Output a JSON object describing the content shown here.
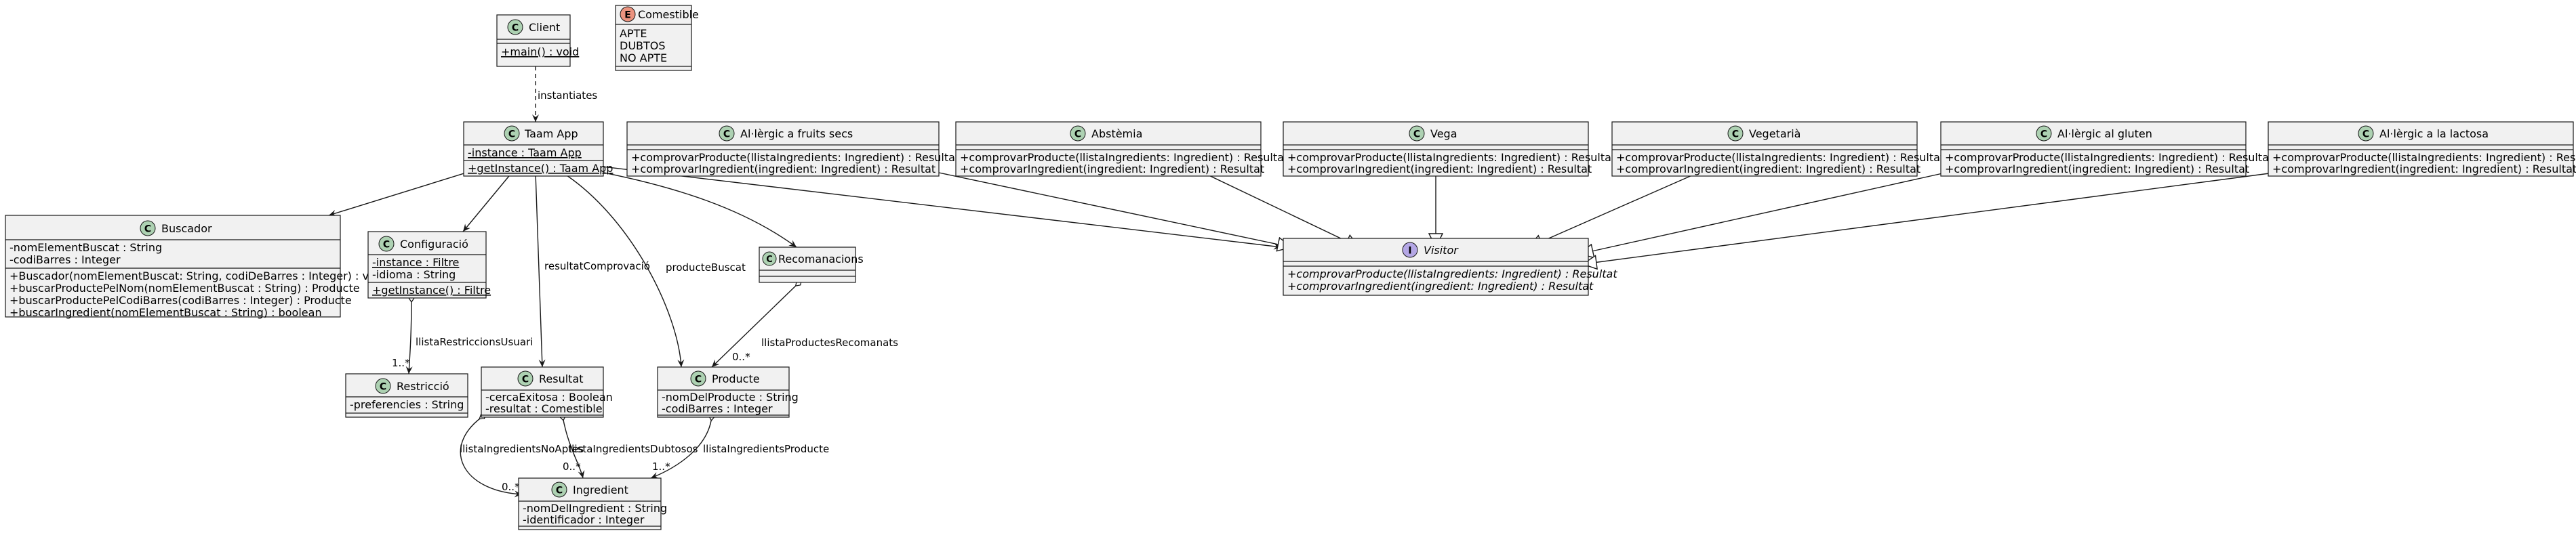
{
  "classes": {
    "client": {
      "name": "Client",
      "ops": [
        "+main() : void"
      ]
    },
    "comestible": {
      "name": "Comestible",
      "values": [
        "APTE",
        "DUBTOS",
        "NO APTE"
      ]
    },
    "taam": {
      "name": "Taam App",
      "attrs": [
        "-instance : Taam App"
      ],
      "ops": [
        "+getInstance() : Taam App"
      ]
    },
    "buscador": {
      "name": "Buscador",
      "attrs": [
        "-nomElementBuscat : String",
        "-codiBarres : Integer"
      ],
      "ops": [
        "+Buscador(nomElementBuscat: String, codiDeBarres : Integer) : void",
        "+buscarProductePelNom(nomElementBuscat : String) : Producte",
        "+buscarProductePelCodiBarres(codiBarres : Integer) : Producte",
        "+buscarIngredient(nomElementBuscat : String) : boolean"
      ]
    },
    "config": {
      "name": "Configuració",
      "attrs": [
        "-instance : Filtre",
        "-idioma : String"
      ],
      "ops": [
        "+getInstance() : Filtre"
      ]
    },
    "restriccio": {
      "name": "Restricció",
      "attrs": [
        "-preferencies : String"
      ]
    },
    "resultat": {
      "name": "Resultat",
      "attrs": [
        "-cercaExitosa : Boolean",
        "-resultat : Comestible"
      ]
    },
    "recomanacions": {
      "name": "Recomanacions"
    },
    "producte": {
      "name": "Producte",
      "attrs": [
        "-nomDelProducte : String",
        "-codiBarres : Integer"
      ]
    },
    "ingredient": {
      "name": "Ingredient",
      "attrs": [
        "-nomDelIngredient : String",
        "-identificador : Integer"
      ]
    },
    "fruits": {
      "name": "Al·lèrgic a fruits secs",
      "ops": [
        "+comprovarProducte(llistaIngredients: Ingredient) : Resultat",
        "+comprovarIngredient(ingredient: Ingredient) : Resultat"
      ]
    },
    "abstemia": {
      "name": "Abstèmia",
      "ops": [
        "+comprovarProducte(llistaIngredients: Ingredient) : Resultat",
        "+comprovarIngredient(ingredient: Ingredient) : Resultat"
      ]
    },
    "vega": {
      "name": "Vega",
      "ops": [
        "+comprovarProducte(llistaIngredients: Ingredient) : Resultat",
        "+comprovarIngredient(ingredient: Ingredient) : Resultat"
      ]
    },
    "vegetaria": {
      "name": "Vegetarià",
      "ops": [
        "+comprovarProducte(llistaIngredients: Ingredient) : Resultat",
        "+comprovarIngredient(ingredient: Ingredient) : Resultat"
      ]
    },
    "gluten": {
      "name": "Al·lèrgic al gluten",
      "ops": [
        "+comprovarProducte(llistaIngredients: Ingredient) : Resultat",
        "+comprovarIngredient(ingredient: Ingredient) : Resultat"
      ]
    },
    "lactosa": {
      "name": "Al·lèrgic a la lactosa",
      "ops": [
        "+comprovarProducte(llistaIngredients: Ingredient) : Resultat",
        "+comprovarIngredient(ingredient: Ingredient) : Resultat"
      ]
    },
    "visitor": {
      "name": "Visitor",
      "ops": [
        "+comprovarProducte(llistaIngredients: Ingredient) : Resultat",
        "+comprovarIngredient(ingredient: Ingredient) : Resultat"
      ]
    }
  },
  "edge_labels": {
    "instantiates": "instantiates",
    "resultatComprovacio": "resultatComprovació",
    "producteBuscat": "producteBuscat",
    "llistaRestriccionsUsuari": "llistaRestriccionsUsuari",
    "llistaProductesRecomanats": "llistaProductesRecomanats",
    "llistaIngredientsNoAptes": "llistaIngredientsNoAptes",
    "llistaIngredientsDubtosos": "llistaIngredientsDubtosos",
    "llistaIngredientsProducte": "llistaIngredientsProducte"
  },
  "multiplicities": {
    "restriccio": "1..*",
    "recomanats": "0..*",
    "noAptes": "0..*",
    "dubtosos": "0..*",
    "producte": "1..*"
  },
  "colors": {
    "class_circle": "#add1b2",
    "enum_circle": "#eb937f",
    "interface_circle": "#b4a7e5",
    "box_fill": "#f1f1f1",
    "stroke": "#181818"
  }
}
